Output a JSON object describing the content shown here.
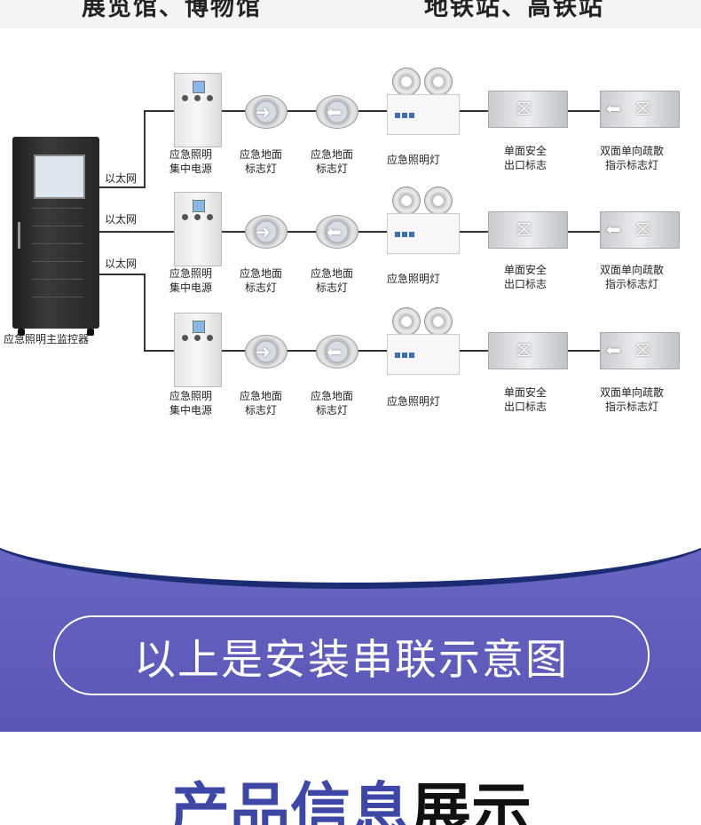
{
  "header_strip": {
    "left_text": "展览馆、博物馆",
    "right_text": "地铁站、高铁站"
  },
  "diagram": {
    "monitor_label": "应急照明主监控器",
    "ethernet_label": "以太网",
    "device_labels": {
      "power_supply": "应急照明\n集中电源",
      "floor_marker": "应急地面\n标志灯",
      "emergency_lamp": "应急照明灯",
      "exit_sign": "单面安全\n出口标志",
      "direction_sign": "双面单向疏散\n指示标志灯"
    }
  },
  "banner": {
    "caption": "以上是安装串联示意图"
  },
  "footer": {
    "title_accent": "产品信息",
    "title_rest": "展示"
  },
  "colors": {
    "band": "#5d59b8",
    "arc": "#1c2c72",
    "title_accent": "#3e47a6"
  }
}
